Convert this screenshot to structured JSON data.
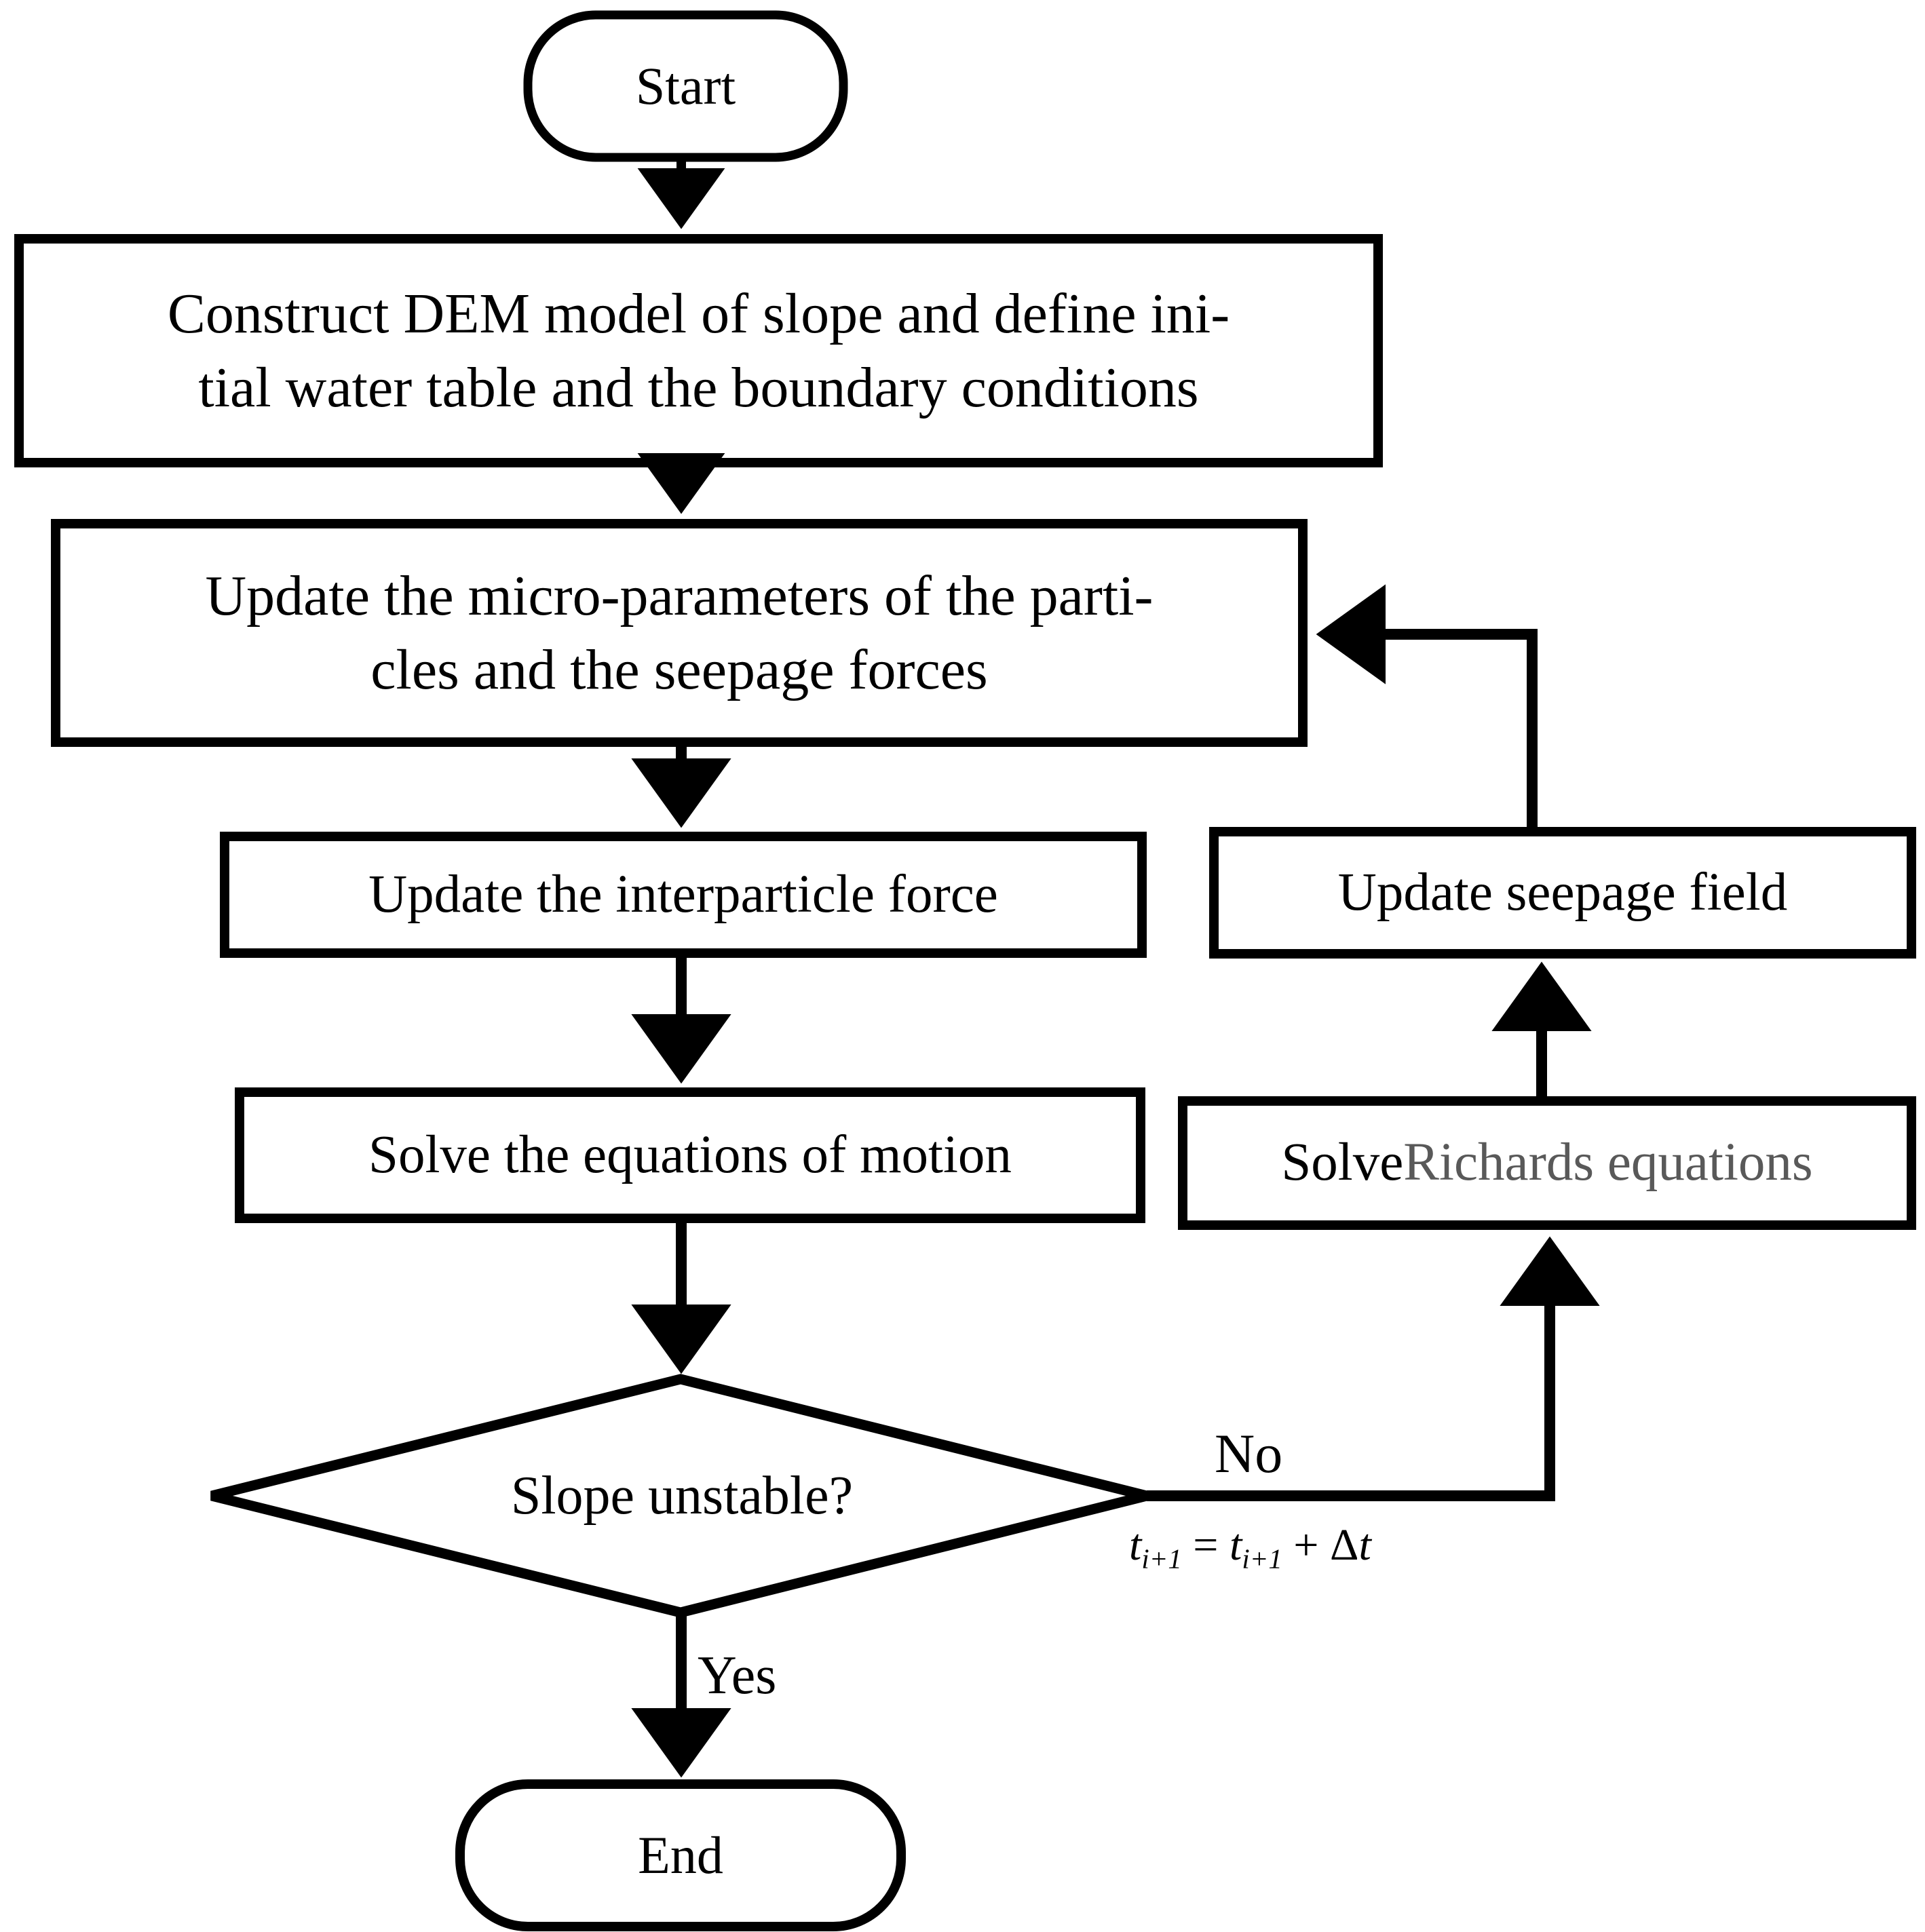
{
  "diagram": {
    "type": "flowchart",
    "title_text": "",
    "background_color": "#ffffff",
    "stroke_color": "#000000",
    "gray_accent_color": "#595959",
    "nodes": [
      {
        "id": "start",
        "shape": "terminator",
        "label": "Start"
      },
      {
        "id": "construct-dem",
        "shape": "process",
        "label": "Construct DEM model of slope and define ini-\ntial water table and the boundary conditions"
      },
      {
        "id": "update-micro-parameters",
        "shape": "process",
        "label": "Update the micro-parameters of the parti-\ncles and the seepage forces"
      },
      {
        "id": "update-interparticle-force",
        "shape": "process",
        "label": "Update the interparticle force"
      },
      {
        "id": "update-seepage-field",
        "shape": "process",
        "label": "Update seepage field"
      },
      {
        "id": "solve-equations-of-motion",
        "shape": "process",
        "label": "Solve the equations of motion"
      },
      {
        "id": "solve-richards-equations",
        "shape": "process",
        "label_black": "Solve ",
        "label_gray": "Richards equations"
      },
      {
        "id": "slope-unstable",
        "shape": "decision",
        "label": "Slope unstable?"
      },
      {
        "id": "end",
        "shape": "terminator",
        "label": "End"
      }
    ],
    "edge_labels": {
      "no": "No",
      "yes": "Yes"
    },
    "formula": {
      "lhs_var": "t",
      "lhs_sub": "i+1",
      "equals": " = ",
      "rhs_var": "t",
      "rhs_sub": "i+1",
      "plus": " + ",
      "delta": "Δ",
      "delta_var": "t",
      "plain": "ti+1 = ti+1 + Δt"
    }
  }
}
